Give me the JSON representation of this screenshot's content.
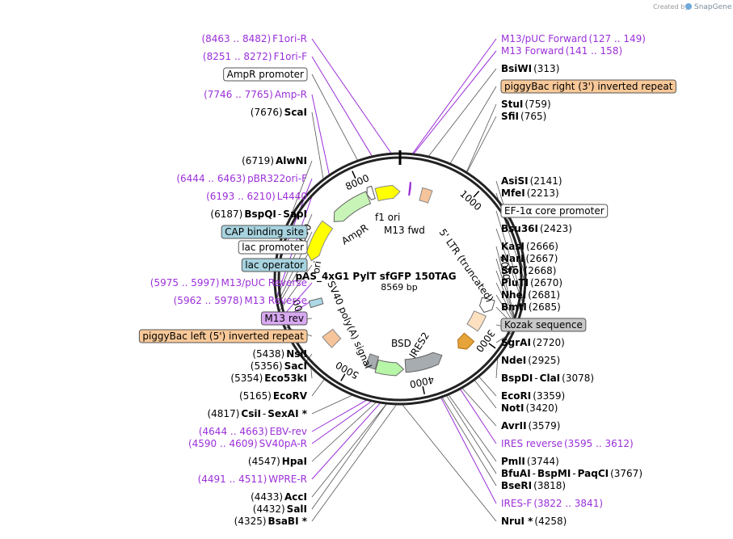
{
  "credit": {
    "prefix": "Created by",
    "brand": "SnapGene"
  },
  "plasmid": {
    "name": "pAS_4xG1 PylT sfGFP 150TAG",
    "length_label": "8569 bp",
    "length": 8569
  },
  "ring_ticks": [
    {
      "label": "1000",
      "bp": 1000
    },
    {
      "label": "2000",
      "bp": 2000
    },
    {
      "label": "3000",
      "bp": 3000
    },
    {
      "label": "4000",
      "bp": 4000
    },
    {
      "label": "5000",
      "bp": 5000
    },
    {
      "label": "6000",
      "bp": 6000
    },
    {
      "label": "7000",
      "bp": 7000
    },
    {
      "label": "8000",
      "bp": 8000
    }
  ],
  "map_features": [
    {
      "name": "f1-ori",
      "start": 8200,
      "end": 8569,
      "color": "#ffff00",
      "stroke": "#888888",
      "dir": 1
    },
    {
      "name": "m13-fwd",
      "start": 140,
      "end": 160,
      "color": "#9b30d9",
      "stroke": "#9b30d9",
      "dir": 1
    },
    {
      "name": "5-ltr",
      "start": 330,
      "end": 480,
      "color": "#f6c49a",
      "stroke": "#888888",
      "dir": 0
    },
    {
      "name": "ef1a-core",
      "start": 2450,
      "end": 2660,
      "color": "#ffffff",
      "stroke": "#555555",
      "dir": 1
    },
    {
      "name": "kozak-insert",
      "start": 2700,
      "end": 2950,
      "color": "#fde0c0",
      "stroke": "#888888",
      "dir": 0
    },
    {
      "name": "orange-cds",
      "start": 3100,
      "end": 3330,
      "color": "#e5a33a",
      "stroke": "#b07010",
      "dir": 1
    },
    {
      "name": "ires2",
      "start": 3600,
      "end": 4200,
      "color": "#a7acb0",
      "stroke": "#666666",
      "dir": -1
    },
    {
      "name": "bsd",
      "start": 4230,
      "end": 4640,
      "color": "#b7f5a7",
      "stroke": "#666666",
      "dir": -1
    },
    {
      "name": "sv40-polya",
      "start": 4650,
      "end": 4800,
      "color": "#a7acb0",
      "stroke": "#666666",
      "dir": 0
    },
    {
      "name": "wpre",
      "start": 5350,
      "end": 5550,
      "color": "#f6c49a",
      "stroke": "#888888",
      "dir": 0
    },
    {
      "name": "lac-operator",
      "start": 6000,
      "end": 6100,
      "color": "#add8e6",
      "stroke": "#666666",
      "dir": 0
    },
    {
      "name": "ori",
      "start": 6700,
      "end": 7300,
      "color": "#ffff00",
      "stroke": "#888888",
      "dir": -1
    },
    {
      "name": "ampr",
      "start": 7400,
      "end": 8060,
      "color": "#c8f5b7",
      "stroke": "#666666",
      "dir": -1
    },
    {
      "name": "ampr-promoter",
      "start": 8060,
      "end": 8160,
      "color": "#ffffff",
      "stroke": "#555555",
      "dir": -1
    }
  ],
  "inner_labels": {
    "f1_ori": "f1 ori",
    "m13_fwd": "M13 fwd",
    "ampr": "AmpR",
    "ori": "ori",
    "ltr": "5' LTR (truncated)",
    "sv40": "SV40 poly(A) signal",
    "bsd": "BSD",
    "ires2": "IRES2"
  },
  "labels": [
    {
      "kind": "primer",
      "name": "F1ori-R",
      "pos": "(8463 .. 8482)",
      "bp": 8472
    },
    {
      "kind": "primer",
      "name": "F1ori-F",
      "pos": "(8251 .. 8272)",
      "bp": 8262
    },
    {
      "kind": "feature",
      "name": "AmpR promoter",
      "bp": 8100,
      "fill": "#ffffff",
      "stroke": "#555555"
    },
    {
      "kind": "primer",
      "name": "Amp-R",
      "pos": "(7746 .. 7765)",
      "bp": 7755
    },
    {
      "kind": "site",
      "name": "ScaI",
      "pos": "(7676)",
      "bp": 7676
    },
    {
      "kind": "site",
      "name": "AlwNI",
      "pos": "(6719)",
      "bp": 6719
    },
    {
      "kind": "primer",
      "name": "pBR322ori-F",
      "pos": "(6444 .. 6463)",
      "bp": 6453
    },
    {
      "kind": "primer",
      "name": "L4440",
      "pos": "(6193 .. 6210)",
      "bp": 6201
    },
    {
      "kind": "site",
      "name": "BspQI",
      "name2": "SapI",
      "pos": "(6187)",
      "bp": 6187
    },
    {
      "kind": "feature",
      "name": "CAP binding site",
      "bp": 6140,
      "fill": "#a7d3df",
      "stroke": "#555555"
    },
    {
      "kind": "feature",
      "name": "lac promoter",
      "bp": 6120,
      "fill": "#ffffff",
      "stroke": "#555555"
    },
    {
      "kind": "primer",
      "name": "M13/pUC Reverse",
      "pos": "(5975 .. 5997)",
      "bp": 5986
    },
    {
      "kind": "feature",
      "name": "lac operator",
      "bp": 6060,
      "fill": "#a7d3df",
      "stroke": "#555555"
    },
    {
      "kind": "primer",
      "name": "M13 Reverse",
      "pos": "(5962 .. 5978)",
      "bp": 5970
    },
    {
      "kind": "feature",
      "name": "M13 rev",
      "bp": 5960,
      "fill": "#d8a8f0",
      "stroke": "#555555"
    },
    {
      "kind": "feature",
      "name": "piggyBac left (5') inverted repeat",
      "bp": 5900,
      "fill": "#f8c898",
      "stroke": "#555555"
    },
    {
      "kind": "site",
      "name": "NsiI",
      "pos": "(5438)",
      "bp": 5438
    },
    {
      "kind": "site",
      "name": "SacI",
      "pos": "(5356)",
      "bp": 5356
    },
    {
      "kind": "site",
      "name": "Eco53kI",
      "pos": "(5354)",
      "bp": 5354
    },
    {
      "kind": "site",
      "name": "EcoRV",
      "pos": "(5165)",
      "bp": 5165
    },
    {
      "kind": "site",
      "name": "CsiI",
      "name2": "SexAI *",
      "pos": "(4817)",
      "bp": 4817
    },
    {
      "kind": "primer",
      "name": "EBV-rev",
      "pos": "(4644 .. 4663)",
      "bp": 4653
    },
    {
      "kind": "primer",
      "name": "SV40pA-R",
      "pos": "(4590 .. 4609)",
      "bp": 4599
    },
    {
      "kind": "site",
      "name": "HpaI",
      "pos": "(4547)",
      "bp": 4547
    },
    {
      "kind": "primer",
      "name": "WPRE-R",
      "pos": "(4491 .. 4511)",
      "bp": 4501
    },
    {
      "kind": "site",
      "name": "AccI",
      "pos": "(4433)",
      "bp": 4433
    },
    {
      "kind": "site",
      "name": "SalI",
      "pos": "(4432)",
      "bp": 4432
    },
    {
      "kind": "site",
      "name": "BsaBI *",
      "pos": "(4325)",
      "bp": 4325
    },
    {
      "kind": "site",
      "name": "NruI *",
      "pos": "(4258)",
      "bp": 4258
    },
    {
      "kind": "primer",
      "name": "IRES-F",
      "pos": "(3822 .. 3841)",
      "bp": 3831
    },
    {
      "kind": "site",
      "name": "BseRI",
      "pos": "(3818)",
      "bp": 3818
    },
    {
      "kind": "site",
      "name": "BfuAI",
      "name2": "BspMI",
      "name3": "PaqCI",
      "pos": "(3767)",
      "bp": 3767
    },
    {
      "kind": "site",
      "name": "PmlI",
      "pos": "(3744)",
      "bp": 3744
    },
    {
      "kind": "primer",
      "name": "IRES reverse",
      "pos": "(3595 .. 3612)",
      "bp": 3603
    },
    {
      "kind": "site",
      "name": "AvrII",
      "pos": "(3579)",
      "bp": 3579
    },
    {
      "kind": "site",
      "name": "NotI",
      "pos": "(3420)",
      "bp": 3420
    },
    {
      "kind": "site",
      "name": "EcoRI",
      "pos": "(3359)",
      "bp": 3359
    },
    {
      "kind": "site",
      "name": "BspDI",
      "name2": "ClaI",
      "pos": "(3078)",
      "bp": 3078
    },
    {
      "kind": "site",
      "name": "NdeI",
      "pos": "(2925)",
      "bp": 2925
    },
    {
      "kind": "site",
      "name": "SgrAI",
      "pos": "(2720)",
      "bp": 2720
    },
    {
      "kind": "feature",
      "name": "Kozak sequence",
      "bp": 2700,
      "fill": "#c8c8c8",
      "stroke": "#555555"
    },
    {
      "kind": "site",
      "name": "BmtI",
      "pos": "(2685)",
      "bp": 2685
    },
    {
      "kind": "site",
      "name": "NheI",
      "pos": "(2681)",
      "bp": 2681
    },
    {
      "kind": "site",
      "name": "PluTI",
      "pos": "(2670)",
      "bp": 2670
    },
    {
      "kind": "site",
      "name": "SfoI",
      "pos": "(2668)",
      "bp": 2668
    },
    {
      "kind": "site",
      "name": "NarI",
      "pos": "(2667)",
      "bp": 2667
    },
    {
      "kind": "site",
      "name": "KasI",
      "pos": "(2666)",
      "bp": 2666
    },
    {
      "kind": "site",
      "name": "Bsu36I",
      "pos": "(2423)",
      "bp": 2423
    },
    {
      "kind": "feature",
      "name": "EF-1α core promoter",
      "bp": 2400,
      "fill": "#ffffff",
      "stroke": "#555555"
    },
    {
      "kind": "site",
      "name": "MfeI",
      "pos": "(2213)",
      "bp": 2213
    },
    {
      "kind": "site",
      "name": "AsiSI",
      "pos": "(2141)",
      "bp": 2141
    },
    {
      "kind": "site",
      "name": "SfiI",
      "pos": "(765)",
      "bp": 765
    },
    {
      "kind": "site",
      "name": "StuI",
      "pos": "(759)",
      "bp": 759
    },
    {
      "kind": "feature",
      "name": "piggyBac right (3') inverted repeat",
      "bp": 560,
      "fill": "#f8c898",
      "stroke": "#555555"
    },
    {
      "kind": "site",
      "name": "BsiWI",
      "pos": "(313)",
      "bp": 313
    },
    {
      "kind": "primer",
      "name": "M13 Forward",
      "pos": "(141 .. 158)",
      "bp": 150
    },
    {
      "kind": "primer",
      "name": "M13/pUC Forward",
      "pos": "(127 .. 149)",
      "bp": 138
    }
  ]
}
